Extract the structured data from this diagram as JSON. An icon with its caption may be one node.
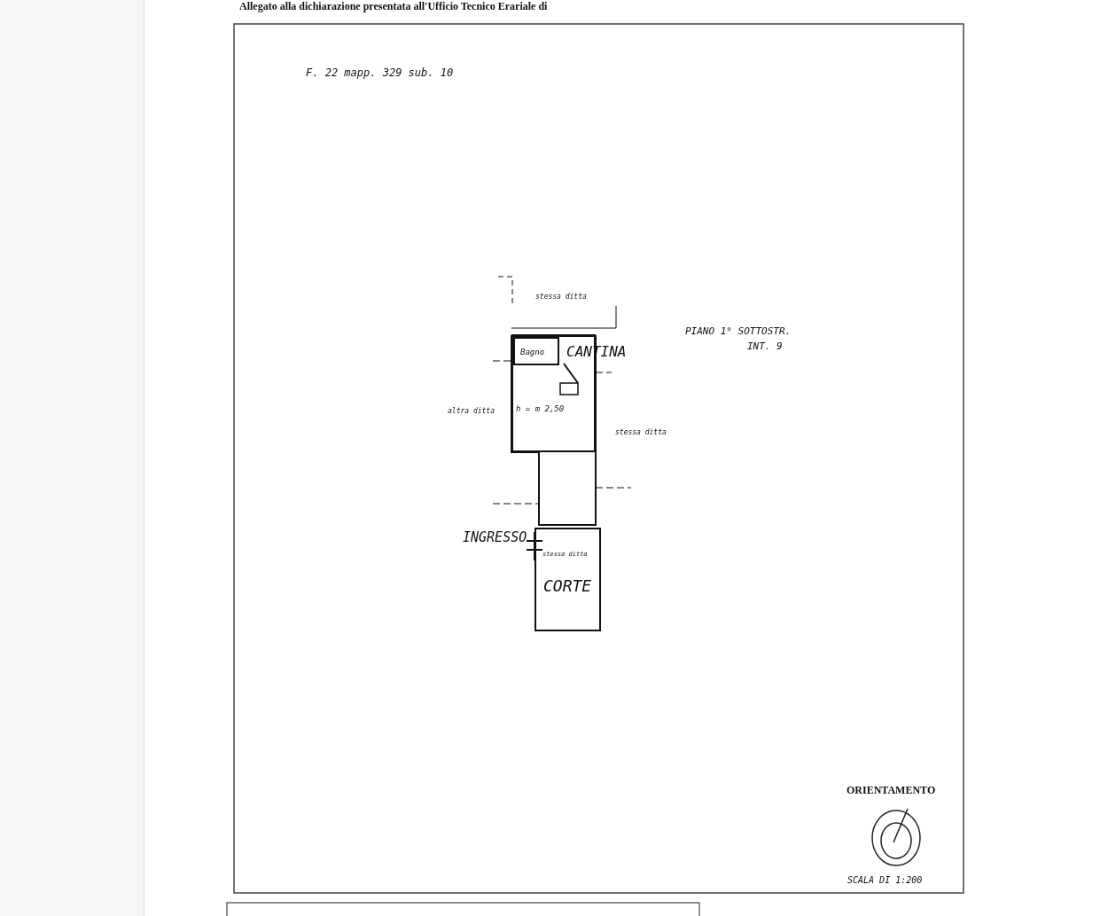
{
  "diagram": {
    "nodes": [
      {
        "text": [
          "CANTINA"
        ]
      },
      {
        "text": [
          "Bagno"
        ],
        "in": 0
      },
      {
        "text": [
          "CORTE"
        ]
      }
    ],
    "labels": [
      "Allegato alla dichiarazione presentata all'Ufficio Tecnico Erariale di",
      "F. 22 mapp. 329 sub. 10",
      "stessa ditta",
      "PIANO 1° SOTTOSTR.",
      "INT. 9",
      "altra ditta",
      "h = m 2,50",
      "stessa ditta",
      "INGRESSO",
      "stessa ditta",
      "ORIENTAMENTO",
      "SCALA DI 1:200"
    ]
  }
}
